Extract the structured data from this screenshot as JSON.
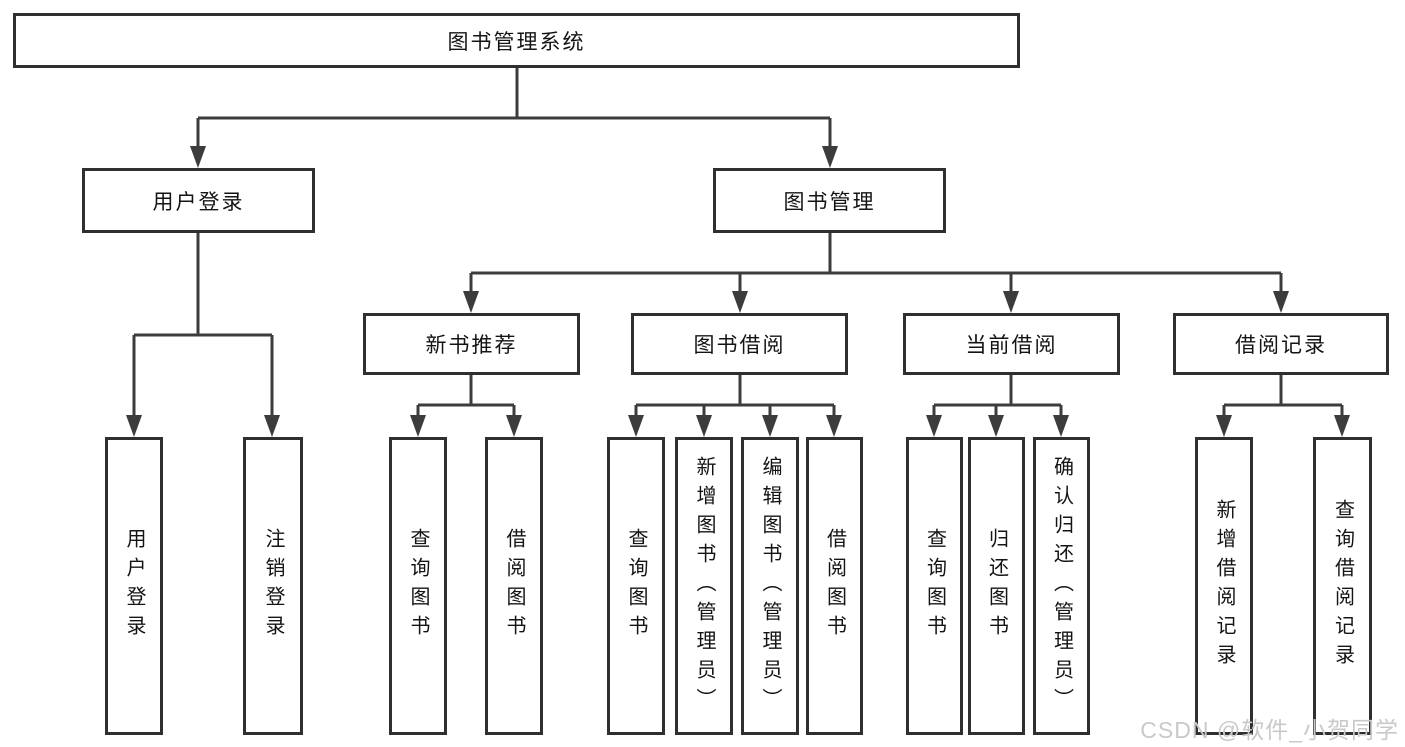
{
  "tree": {
    "label": "图书管理系统",
    "children": [
      {
        "label": "用户登录",
        "children": [
          {
            "label": "用户登录"
          },
          {
            "label": "注销登录"
          }
        ]
      },
      {
        "label": "图书管理",
        "children": [
          {
            "label": "新书推荐",
            "children": [
              {
                "label": "查询图书"
              },
              {
                "label": "借阅图书"
              }
            ]
          },
          {
            "label": "图书借阅",
            "children": [
              {
                "label": "查询图书"
              },
              {
                "label": "新增图书（管理员）"
              },
              {
                "label": "编辑图书（管理员）"
              },
              {
                "label": "借阅图书"
              }
            ]
          },
          {
            "label": "当前借阅",
            "children": [
              {
                "label": "查询图书"
              },
              {
                "label": "归还图书"
              },
              {
                "label": "确认归还（管理员）"
              }
            ]
          },
          {
            "label": "借阅记录",
            "children": [
              {
                "label": "新增借阅记录"
              },
              {
                "label": "查询借阅记录"
              }
            ]
          }
        ]
      }
    ]
  },
  "watermark": {
    "text": "CSDN @软件_小贺同学"
  },
  "colors": {
    "line": "#3c3c3c",
    "box_border": "#2f2f2f",
    "text": "#141414",
    "watermark": "#c9c9c9",
    "background": "#ffffff"
  }
}
